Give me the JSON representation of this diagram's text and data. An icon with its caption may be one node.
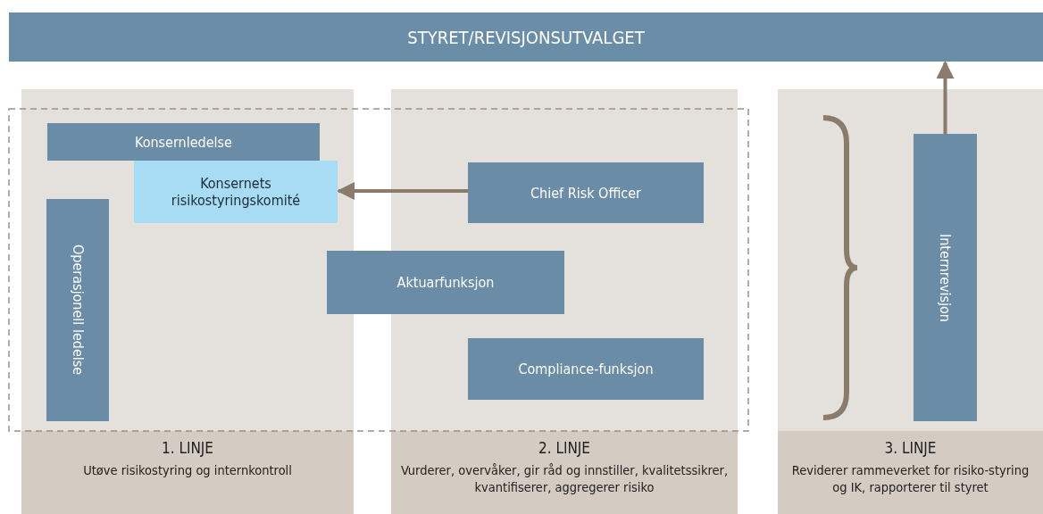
{
  "diagram": {
    "nodes": [
      {
        "text": [
          "STYRET/REVISJONSUTVALGET"
        ]
      },
      {
        "text": [
          "1. LINJE",
          "Utøve risikostyring og internkontroll"
        ]
      },
      {
        "text": [
          "2. LINJE",
          "Vurderer, overvåker, gir råd og innstiller, kvalitetssikrer, kvantifiserer, aggregerer risiko"
        ]
      },
      {
        "text": [
          "3. LINJE",
          "Reviderer rammeverket for risiko-styring og IK, rapporterer til styret"
        ]
      },
      {
        "text": [
          "Konsernledelse"
        ],
        "in": 1
      },
      {
        "text": [
          "Konsernets risikostyringskomité"
        ],
        "in": 1
      },
      {
        "text": [
          "Operasjonell ledelse"
        ],
        "in": 1
      },
      {
        "text": [
          "Chief Risk Officer"
        ],
        "in": 2
      },
      {
        "text": [
          "Aktuarfunksjon"
        ]
      },
      {
        "text": [
          "Compliance-funksjon"
        ],
        "in": 2
      },
      {
        "text": [
          "Internrevisjon"
        ],
        "in": 3
      }
    ],
    "edges": [
      {
        "from": 7,
        "to": 5,
        "arrow": "to"
      },
      {
        "from": 10,
        "to": 0,
        "arrow": "to"
      }
    ]
  }
}
